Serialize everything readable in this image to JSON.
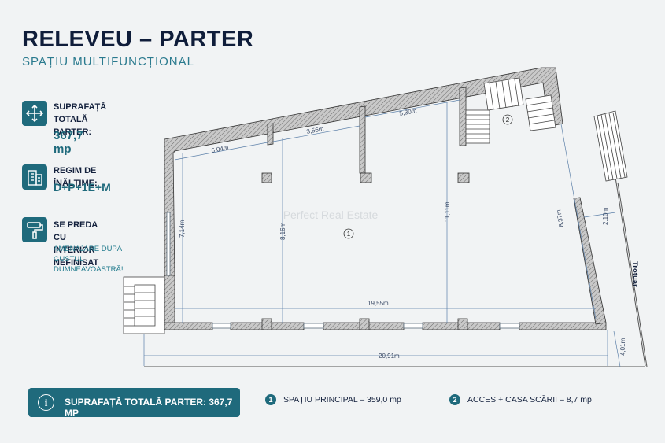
{
  "title": "RELEVEU – PARTER",
  "subtitle": "SPAȚIU MULTIFUNCȚIONAL",
  "info": {
    "area_label": "SUPRAFAȚĂ TOTALĂ\nPARTER:",
    "area_value": "367,7 mp",
    "height_label": "REGIM DE ÎNĂLȚIME:",
    "height_value": "D+P+1E+M",
    "interior_label": "SE PREDA CU INTERIOR\nNEFINISAT",
    "interior_note": "AMENAJARE DUPĂ\nGUSTUL DUMNEAVOASTRĂ!"
  },
  "icons": {
    "area": "move-arrows-icon",
    "height": "building-icon",
    "interior": "paint-roller-icon",
    "info": "info-icon"
  },
  "plan": {
    "dimensions": {
      "d1": "6,04m",
      "d2": "3,56m",
      "d3": "5,30m",
      "d4": "7,14m",
      "d5": "8,16m",
      "d6": "11,11m",
      "d7": "8,37m",
      "d8": "2,10m",
      "d9": "19,55m",
      "d10": "20,91m",
      "d11": "4,01m"
    },
    "room_1": "1",
    "room_2": "2",
    "street": "Trotuar",
    "watermark": "Perfect Real Estate"
  },
  "bottom": {
    "total_label": "SUPRAFAȚĂ TOTALĂ PARTER: 367,7 MP",
    "info_glyph": "i"
  },
  "legend": [
    {
      "num": "1",
      "text": "SPAȚIU PRINCIPAL – 359,0 mp"
    },
    {
      "num": "2",
      "text": "ACCES + CASA SCĂRII – 8,7 mp"
    }
  ],
  "colors": {
    "accent": "#1f6a7c",
    "title": "#0f1d3a",
    "subtitle": "#2a7a8e",
    "dimension_line": "#5b7fa8",
    "background": "#f1f3f4"
  }
}
